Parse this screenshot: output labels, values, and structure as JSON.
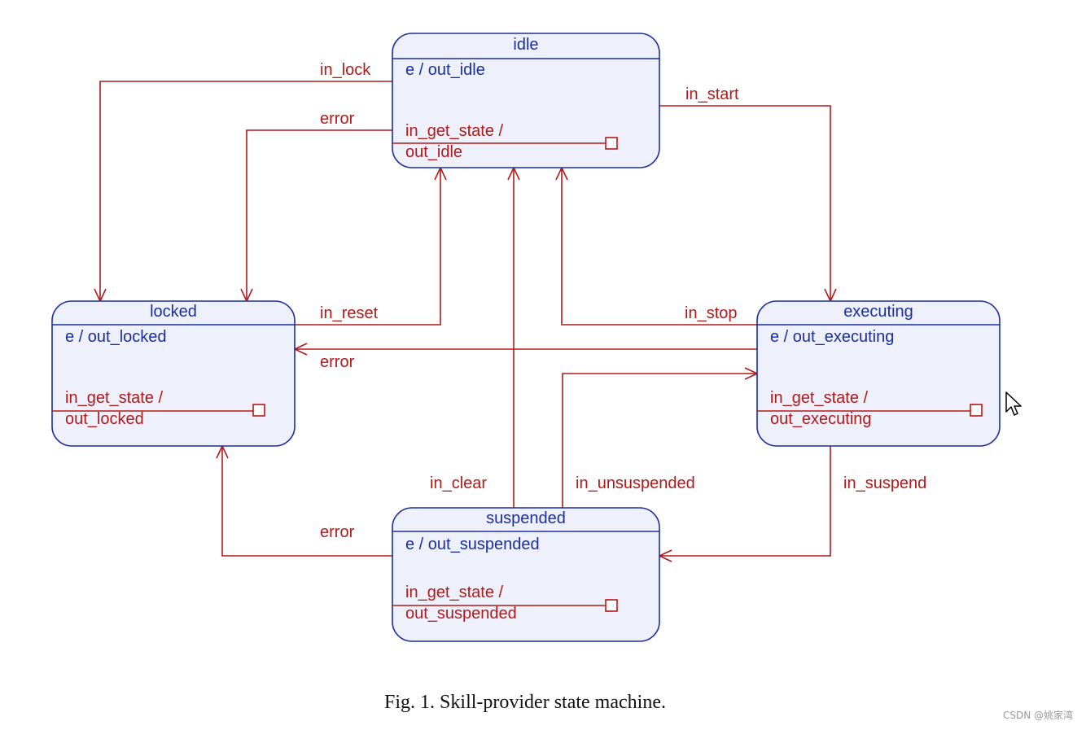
{
  "diagram": {
    "title": "Skill-provider state machine",
    "colors": {
      "state_border": "#1a2ea0",
      "state_fill": "#eef0fc",
      "state_text": "#1a2ea0",
      "transition": "#b21a1a"
    },
    "states": [
      {
        "id": "idle",
        "name": "idle",
        "entry": "e / out_idle",
        "internal_line1": "in_get_state /",
        "internal_line2": "out_idle"
      },
      {
        "id": "locked",
        "name": "locked",
        "entry": "e / out_locked",
        "internal_line1": "in_get_state /",
        "internal_line2": "out_locked"
      },
      {
        "id": "executing",
        "name": "executing",
        "entry": "e / out_executing",
        "internal_line1": "in_get_state /",
        "internal_line2": "out_executing"
      },
      {
        "id": "suspended",
        "name": "suspended",
        "entry": "e / out_suspended",
        "internal_line1": "in_get_state /",
        "internal_line2": "out_suspended"
      }
    ],
    "transitions": [
      {
        "id": "t_in_lock",
        "from": "idle",
        "to": "locked",
        "label": "in_lock"
      },
      {
        "id": "t_idle_error",
        "from": "idle",
        "to": "locked",
        "label": "error"
      },
      {
        "id": "t_in_start",
        "from": "idle",
        "to": "executing",
        "label": "in_start"
      },
      {
        "id": "t_in_reset",
        "from": "locked",
        "to": "idle",
        "label": "in_reset"
      },
      {
        "id": "t_in_stop",
        "from": "executing",
        "to": "idle",
        "label": "in_stop"
      },
      {
        "id": "t_exec_error",
        "from": "executing",
        "to": "locked",
        "label": "error"
      },
      {
        "id": "t_in_clear",
        "from": "suspended",
        "to": "idle",
        "label": "in_clear"
      },
      {
        "id": "t_in_unsuspended",
        "from": "suspended",
        "to": "executing",
        "label": "in_unsuspended"
      },
      {
        "id": "t_in_suspend",
        "from": "executing",
        "to": "suspended",
        "label": "in_suspend"
      },
      {
        "id": "t_susp_error",
        "from": "suspended",
        "to": "locked",
        "label": "error"
      }
    ]
  },
  "caption": "Fig. 1. Skill-provider state machine.",
  "watermark": "CSDN @姚家湾"
}
